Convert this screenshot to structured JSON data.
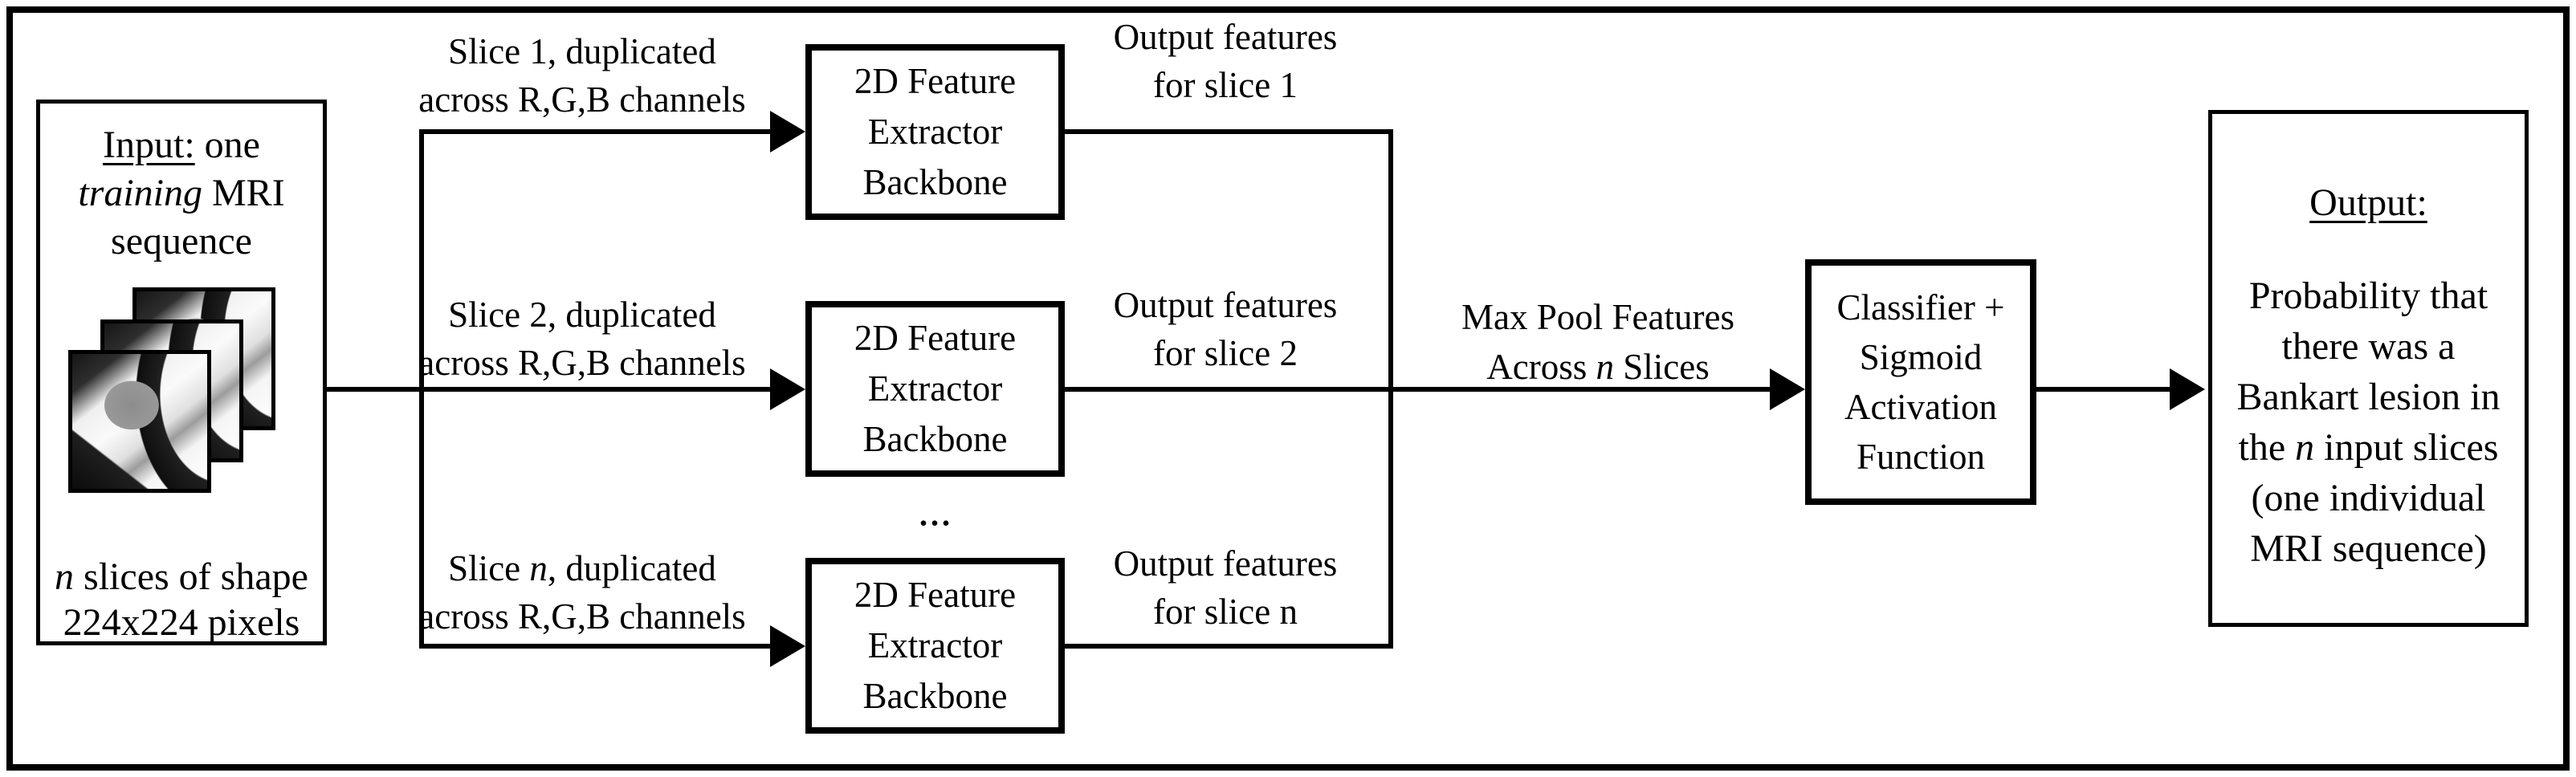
{
  "colors": {
    "ink": "#000000",
    "paper": "#ffffff"
  },
  "input_box": {
    "heading": {
      "label": "Input:",
      "after_label": " one",
      "italic_word": "training",
      "after_italic": " MRI",
      "line3": "sequence"
    },
    "caption": {
      "italic_n": "n",
      "line1_rest": " slices of shape",
      "line2": "224x224 pixels"
    }
  },
  "branches": [
    {
      "slice_prefix": "Slice ",
      "slice_id": "1",
      "slice_suffix": ", duplicated",
      "channels_line": "across R,G,B channels",
      "backbone_lines": [
        "2D Feature",
        "Extractor",
        "Backbone"
      ],
      "output_line1": "Output features",
      "output_line2": "for slice 1"
    },
    {
      "slice_prefix": "Slice ",
      "slice_id": "2",
      "slice_suffix": ", duplicated",
      "channels_line": "across R,G,B channels",
      "backbone_lines": [
        "2D Feature",
        "Extractor",
        "Backbone"
      ],
      "output_line1": "Output features",
      "output_line2": "for slice 2"
    },
    {
      "slice_prefix": "Slice ",
      "slice_id": "n",
      "slice_suffix": ", duplicated",
      "channels_line": "across R,G,B channels",
      "backbone_lines": [
        "2D Feature",
        "Extractor",
        "Backbone"
      ],
      "output_line1": "Output features",
      "output_line2": "for slice n"
    }
  ],
  "ellipsis": "...",
  "max_pool": {
    "line1": "Max Pool Features",
    "line2_pre": "Across ",
    "line2_italic": "n",
    "line2_post": " Slices"
  },
  "classifier_box": {
    "lines": [
      "Classifier +",
      "Sigmoid",
      "Activation",
      "Function"
    ]
  },
  "output_box": {
    "heading": "Output:",
    "body_line1": "Probability that",
    "body_line2": "there was a",
    "body_line3": "Bankart lesion in",
    "body_line4_pre": "the ",
    "body_line4_italic": "n",
    "body_line4_post": " input slices",
    "body_line5": "(one individual",
    "body_line6": "MRI sequence)"
  }
}
